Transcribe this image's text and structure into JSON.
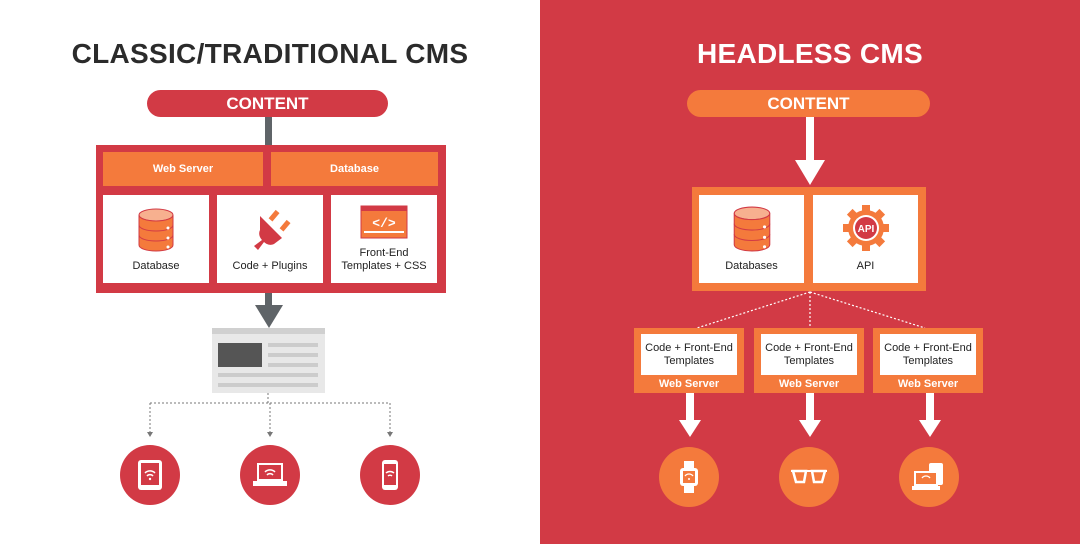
{
  "classic": {
    "title": "CLASSIC/TRADITIONAL CMS",
    "content_label": "CONTENT",
    "header_cells": [
      "Web Server",
      "Database"
    ],
    "components": [
      {
        "label": "Database",
        "icon": "database-icon"
      },
      {
        "label": "Code + Plugins",
        "icon": "plug-icon"
      },
      {
        "label": "Front-End Templates + CSS",
        "icon": "code-window-icon"
      }
    ],
    "devices": [
      "tablet-icon",
      "laptop-icon",
      "smartphone-icon"
    ]
  },
  "headless": {
    "title": "HEADLESS CMS",
    "content_label": "CONTENT",
    "components": [
      {
        "label": "Databases",
        "icon": "database-icon"
      },
      {
        "label": "API",
        "icon": "api-gear-icon",
        "badge": "API"
      }
    ],
    "servers": [
      {
        "label": "Code + Front-End Templates",
        "footer": "Web Server"
      },
      {
        "label": "Code + Front-End Templates",
        "footer": "Web Server"
      },
      {
        "label": "Code + Front-End Templates",
        "footer": "Web Server"
      }
    ],
    "devices": [
      "smartwatch-icon",
      "smart-glasses-icon",
      "laptop-icon"
    ]
  },
  "colors": {
    "red": "#d23a45",
    "orange": "#f47a3c",
    "dark": "#2b2b2b",
    "gray": "#5f6468"
  }
}
